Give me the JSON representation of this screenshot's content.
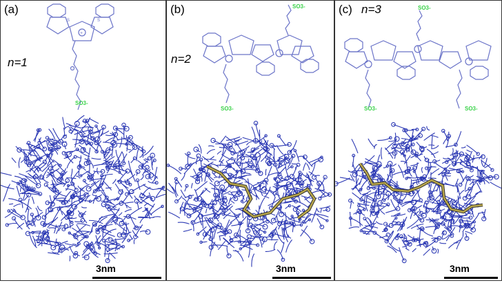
{
  "panels": [
    {
      "id": "a",
      "label": "(a)",
      "n_label": "n=1",
      "scale_label": "3nm",
      "so3_labels": [
        "SO3-"
      ]
    },
    {
      "id": "b",
      "label": "(b)",
      "n_label": "n=2",
      "scale_label": "3nm",
      "so3_labels": [
        "SO3-",
        "SO3-"
      ]
    },
    {
      "id": "c",
      "label": "(c)",
      "n_label": "n=3",
      "scale_label": "3nm",
      "so3_labels": [
        "SO3-",
        "SO3-",
        "SO3-"
      ]
    }
  ],
  "colors": {
    "structure": "#6a73c8",
    "sulfonate": "#3bd24a",
    "cloud": "#2c39b4",
    "backbone": "#9a8a3a",
    "border": "#333333"
  }
}
